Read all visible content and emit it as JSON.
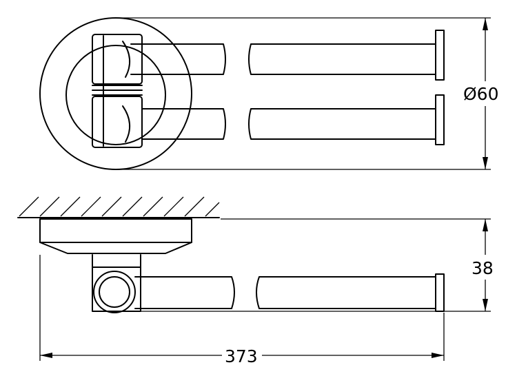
{
  "dimensions": {
    "diameter": "Ø60",
    "depth": "38",
    "length": "373"
  }
}
